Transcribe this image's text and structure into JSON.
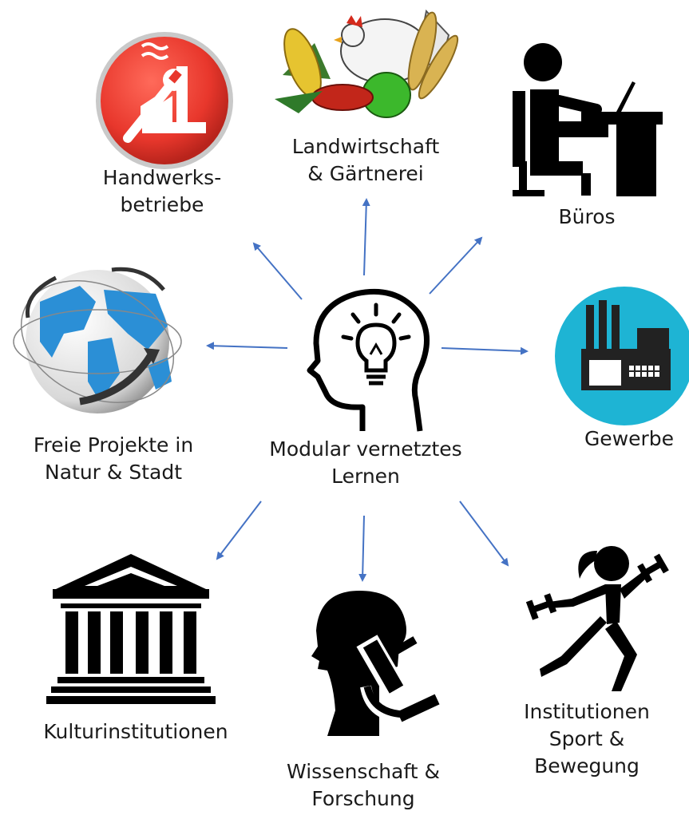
{
  "center": {
    "line1": "Modular vernetztes",
    "line2": "Lernen"
  },
  "nodes": {
    "handwerk": {
      "line1": "Handwerks-",
      "line2": "betriebe"
    },
    "landwirtschaft": {
      "line1": "Landwirtschaft",
      "line2": "& Gärtnerei"
    },
    "bueros": {
      "line1": "Büros"
    },
    "freie": {
      "line1": "Freie Projekte in",
      "line2": "Natur & Stadt"
    },
    "gewerbe": {
      "line1": "Gewerbe"
    },
    "kultur": {
      "line1": "Kulturinstitutionen"
    },
    "wissenschaft": {
      "line1": "Wissenschaft &",
      "line2": "Forschung"
    },
    "sport": {
      "line1": "Institutionen",
      "line2": "Sport &",
      "line3": "Bewegung"
    }
  },
  "colors": {
    "arrow": "#4472c4",
    "handwerk_bg": "#e8372c",
    "gewerbe_bg": "#1eb4d4",
    "globe": "#2b8fd6"
  },
  "icons": [
    "factory-wrench-icon",
    "farm-produce-icon",
    "office-desk-icon",
    "globe-network-icon",
    "idea-head-icon",
    "factory-icon",
    "museum-icon",
    "microscope-scientist-icon",
    "runner-dumbbell-icon"
  ]
}
